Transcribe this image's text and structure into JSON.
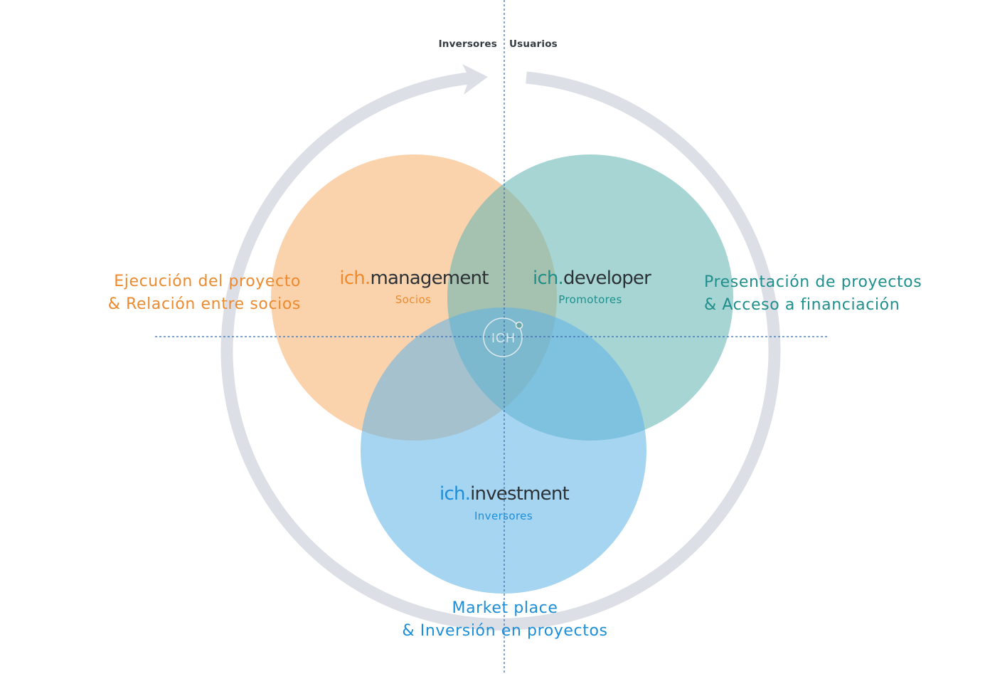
{
  "quadrant_labels": {
    "left": "Inversores",
    "right": "Usuarios"
  },
  "side_labels": {
    "left": {
      "line1": "Ejecución del proyecto",
      "line2": "& Relación entre socios"
    },
    "right": {
      "line1": "Presentación de proyectos",
      "line2": "& Acceso a financiación"
    },
    "bottom": {
      "line1": "Market place",
      "line2": "& Inversión en proyectos"
    }
  },
  "center_logo": "ICH",
  "circles": {
    "management": {
      "prefix": "ich.",
      "name": "management",
      "subtitle": "Socios"
    },
    "developer": {
      "prefix": "ich.",
      "name": "developer",
      "subtitle": "Promotores"
    },
    "investment": {
      "prefix": "ich.",
      "name": "investment",
      "subtitle": "Inversores"
    }
  },
  "colors": {
    "management_fill": "#f5a85b",
    "developer_fill": "#5fb3b0",
    "investment_fill": "#5cb2e8",
    "management_text": "#ee8a2e",
    "developer_text": "#1f8f8c",
    "investment_text": "#1d8ed8",
    "ring": "#dcdfe5",
    "axis": "#3a6aa8"
  }
}
